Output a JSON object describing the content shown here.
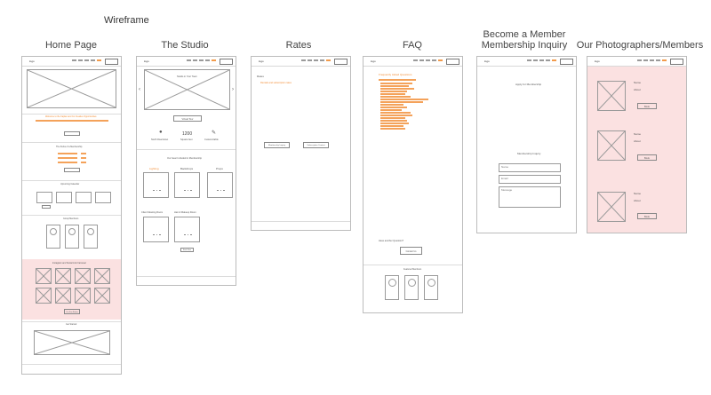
{
  "wireframe_title": "Wireframe",
  "pages": {
    "home": {
      "title": "Home Page",
      "logo": "logo",
      "nav_button": "",
      "welcome": "Welcome to the Kaplan and Co Creative Opportunities",
      "membership_title": "The Perks of a Membership",
      "upcoming_title": "Upcoming Calendar",
      "group_title": "Group Members",
      "pink_title": "Instagram and Social Link Carousel",
      "cta": "Our Fan Button",
      "footer_title": "Get Started"
    },
    "studio": {
      "title": "The Studio",
      "slider_title": "Studio in Your Town",
      "tour_button": "Virtual Tour",
      "stat1": "North Downtown",
      "stat2_value": "1200",
      "stat2_label": "Square feet",
      "stat3": "Customizable",
      "included_title": "Our Gear Included in Membership",
      "col1": "Lighting",
      "col2": "Backdrops",
      "col3": "Props",
      "row2a": "Client Meeting Room",
      "row2b": "Hair & Makeup Room",
      "more_button": "Book Now"
    },
    "rates": {
      "title": "Rates",
      "heading": "Rates",
      "sub": "Rentals and subscription rates",
      "btn1": "Membership Inquiry",
      "btn2": "Subscription Contact"
    },
    "faq": {
      "title": "FAQ",
      "heading": "Frequently Asked Questions",
      "question_prompt": "Have another Question?",
      "contact_button": "Contact Us",
      "bottom_title": "Featured Members"
    },
    "member": {
      "title_line1": "Become a Member",
      "title_line2": "Membership Inquiry",
      "apply": "Apply for Membership",
      "form_title": "Membership Inquiry",
      "field_name": "Name",
      "field_email": "Email",
      "field_message": "Message"
    },
    "photographers": {
      "title": "Our Photographers/Members",
      "name_label": "Name",
      "about_label": "About",
      "book_button": "Book"
    }
  }
}
